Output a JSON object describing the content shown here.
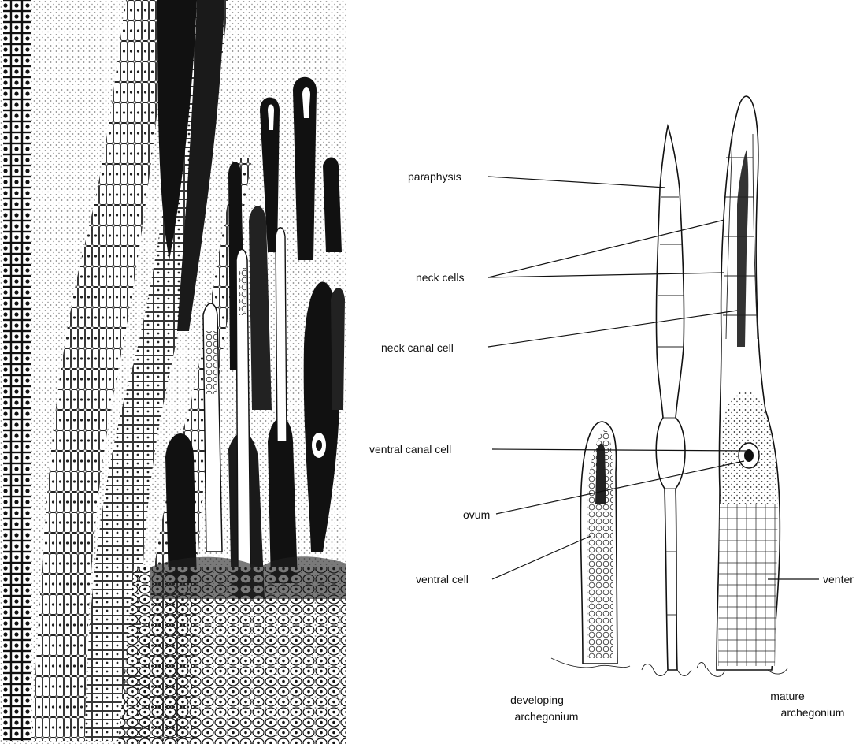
{
  "labels": {
    "paraphysis": "paraphysis",
    "neck_cells": "neck cells",
    "neck_canal_cell": "neck canal cell",
    "ventral_canal_cell": "ventral canal cell",
    "ovum": "ovum",
    "ventral_cell": "ventral cell",
    "venter": "venter",
    "developing_line1": "developing",
    "developing_line2": "archegonium",
    "mature_line1": "mature",
    "mature_line2": "archegonium"
  },
  "colors": {
    "ink": "#111111",
    "paper": "#ffffff"
  }
}
